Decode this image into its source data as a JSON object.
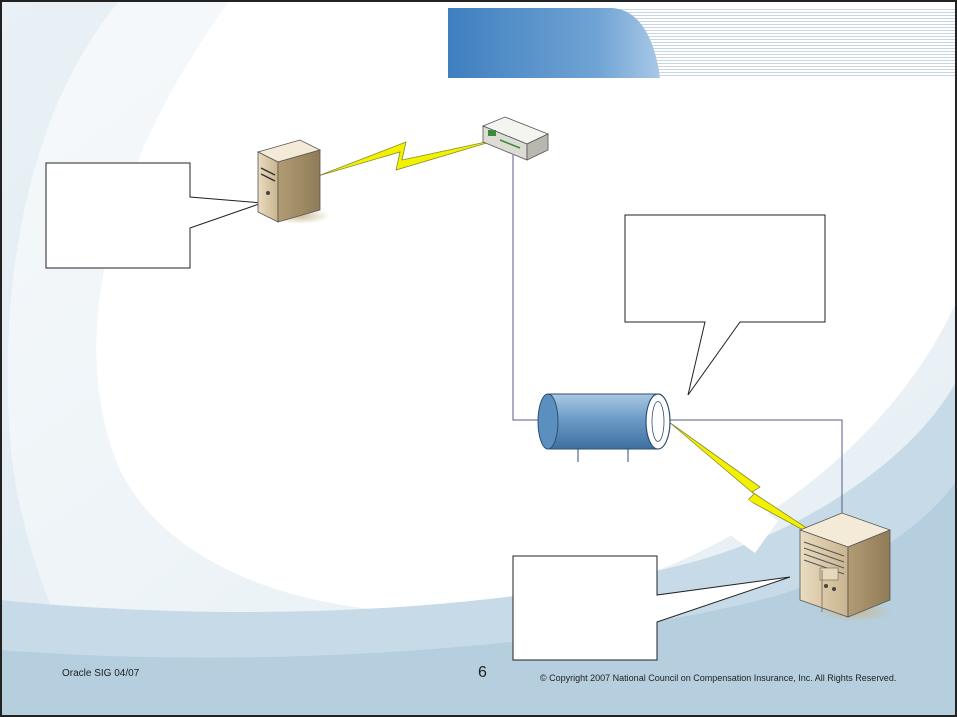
{
  "footer": {
    "left": "Oracle SIG 04/07",
    "page_number": "6",
    "copyright": "© Copyright 2007 National Council on Compensation Insurance, Inc. All Rights Reserved."
  },
  "diagram": {
    "nodes": [
      {
        "id": "server-left",
        "kind": "tower-server"
      },
      {
        "id": "router-top",
        "kind": "router"
      },
      {
        "id": "network-pipe",
        "kind": "cylinder-pipe"
      },
      {
        "id": "server-right",
        "kind": "large-server"
      }
    ],
    "callouts": [
      {
        "id": "callout-left",
        "text": ""
      },
      {
        "id": "callout-right-top",
        "text": ""
      },
      {
        "id": "callout-bottom",
        "text": ""
      }
    ],
    "links": [
      {
        "from": "server-left",
        "to": "router-top",
        "style": "lightning"
      },
      {
        "from": "router-top",
        "to": "network-pipe",
        "style": "line"
      },
      {
        "from": "network-pipe",
        "to": "server-right",
        "style": "lightning"
      },
      {
        "from": "network-pipe",
        "to": "server-right",
        "style": "line"
      }
    ],
    "colors": {
      "lightning": "#f2f200",
      "pipe": "#5b8fbf",
      "background_swoosh": "#dbe8f0",
      "header_band": "#4d8cc7",
      "frame": "#222222"
    }
  }
}
